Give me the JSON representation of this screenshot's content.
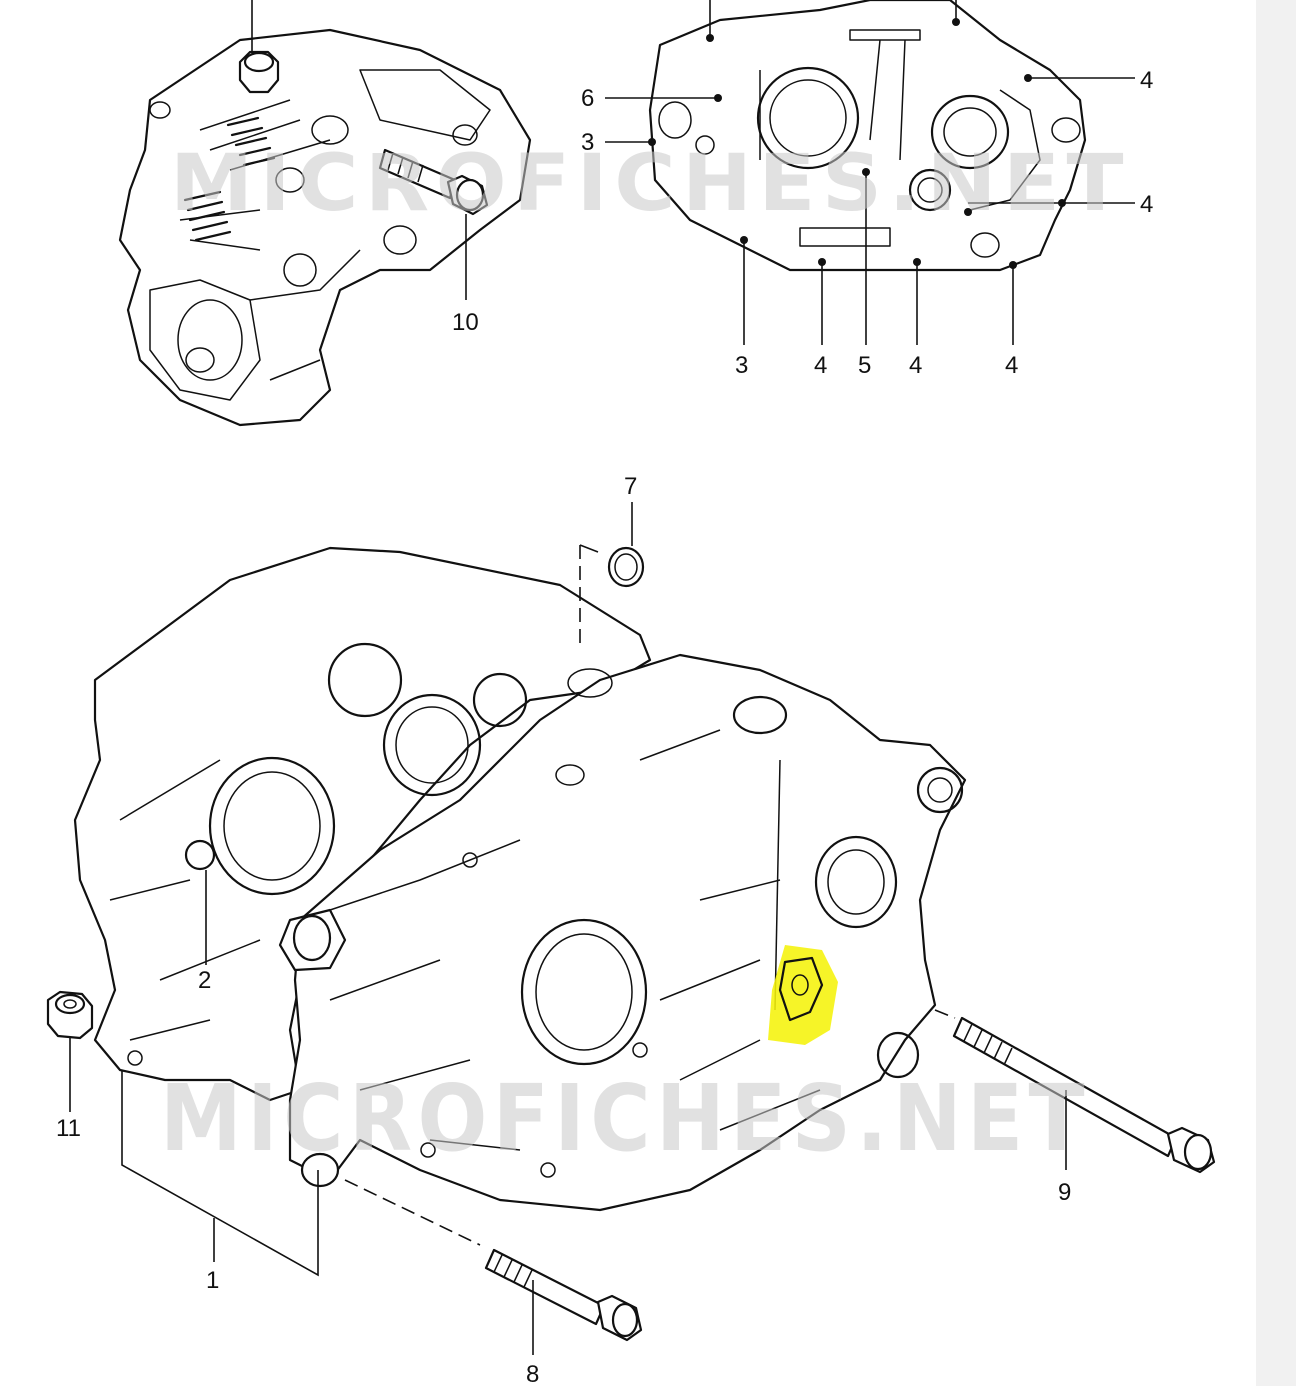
{
  "watermark": {
    "text": "MICROFICHES.NET"
  },
  "highlight_color": "#f5f20a",
  "callouts": {
    "c1": "1",
    "c2": "2",
    "c3a": "3",
    "c3b": "3",
    "c4a": "4",
    "c4b": "4",
    "c4c": "4",
    "c4d": "4",
    "c4e": "4",
    "c5": "5",
    "c6": "6",
    "c7": "7",
    "c8": "8",
    "c9": "9",
    "c10": "10",
    "c11": "11"
  }
}
